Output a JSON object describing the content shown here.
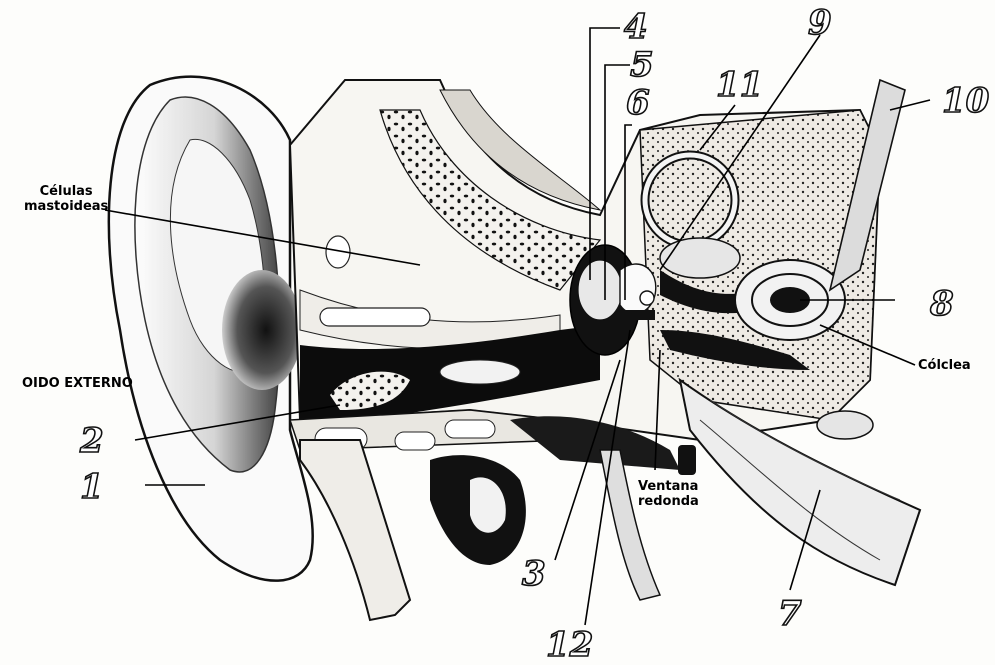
{
  "labels": {
    "celulas": "Células\nmastoideas",
    "oido_externo": "OIDO EXTERNO",
    "ventana": "Ventana\nredonda",
    "coclea": "Cólclea"
  },
  "numbers": {
    "n1": "1",
    "n2": "2",
    "n3": "3",
    "n4": "4",
    "n5": "5",
    "n6": "6",
    "n7": "7",
    "n8": "8",
    "n9": "9",
    "n10": "10",
    "n11": "11",
    "n12": "12"
  }
}
